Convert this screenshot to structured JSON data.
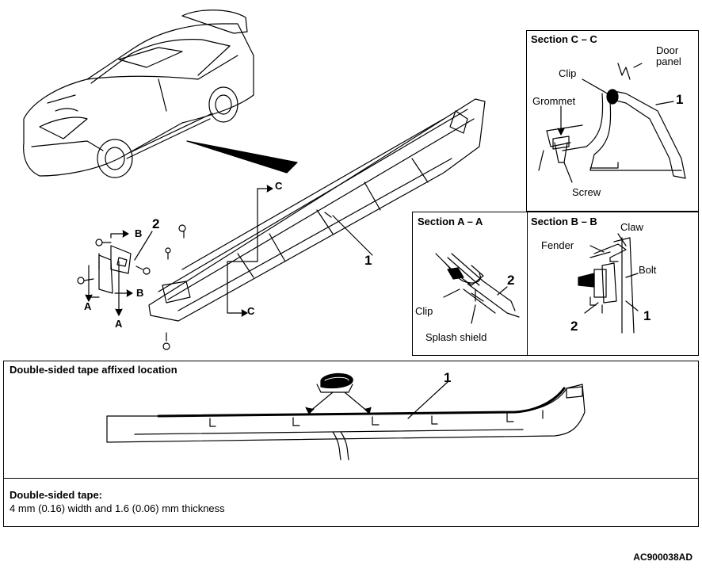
{
  "main": {
    "callout_1": "1",
    "callout_2": "2",
    "section_letters": {
      "a1": "A",
      "a2": "A",
      "b1": "B",
      "b2": "B",
      "c1": "C",
      "c2": "C"
    }
  },
  "section_cc": {
    "title": "Section C – C",
    "door_panel": "Door\npanel",
    "clip": "Clip",
    "grommet": "Grommet",
    "screw": "Screw",
    "callout_1": "1"
  },
  "section_aa": {
    "title": "Section A – A",
    "clip": "Clip",
    "splash_shield": "Splash shield",
    "callout_2": "2"
  },
  "section_bb": {
    "title": "Section B – B",
    "claw": "Claw",
    "fender": "Fender",
    "bolt": "Bolt",
    "callout_2": "2",
    "callout_1": "1"
  },
  "tape_location": {
    "title": "Double-sided tape affixed location",
    "callout_1": "1"
  },
  "tape_spec": {
    "title": "Double-sided tape:",
    "detail": "4 mm (0.16) width and 1.6 (0.06) mm thickness"
  },
  "figure_code": "AC900038AD"
}
